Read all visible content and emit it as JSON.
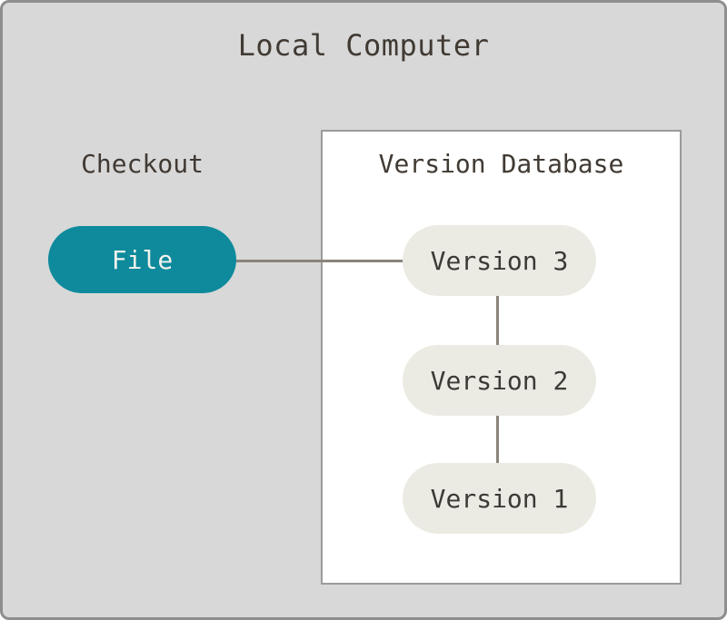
{
  "diagram": {
    "title": "Local Computer",
    "checkout": {
      "label": "Checkout",
      "file_label": "File"
    },
    "version_database": {
      "label": "Version Database",
      "versions": [
        "Version 3",
        "Version 2",
        "Version 1"
      ]
    },
    "colors": {
      "frame_background": "#d8d8d8",
      "frame_border": "#8e8e8e",
      "box_background": "#ffffff",
      "box_border": "#9b9b9b",
      "file_pill": "#0e8a9c",
      "file_text": "#f2f1ec",
      "version_pill": "#ecebe3",
      "dark_text": "#413a33",
      "connector": "#8b847c"
    }
  }
}
